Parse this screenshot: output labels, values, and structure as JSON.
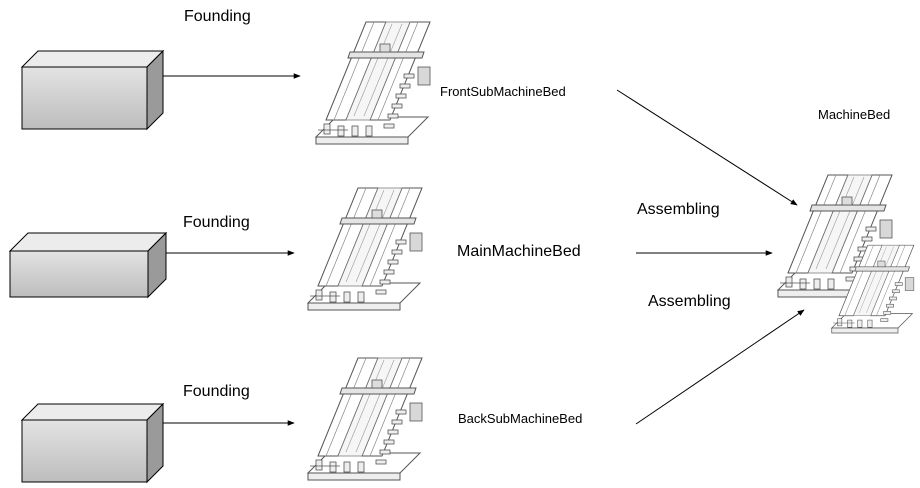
{
  "rows": [
    {
      "process_label": "Founding",
      "part_label": "FrontSubMachineBed"
    },
    {
      "process_label": "Founding",
      "part_label": "MainMachineBed"
    },
    {
      "process_label": "Founding",
      "part_label": "BackSubMachineBed"
    }
  ],
  "assembly": {
    "process_labels": [
      "Assembling",
      "Assembling"
    ],
    "result_label": "MachineBed"
  },
  "colors": {
    "line": "#000000",
    "block_front": "#c8c8c8",
    "block_top": "#ececec",
    "block_side": "#9a9a9a",
    "machine_stroke": "#555555"
  }
}
